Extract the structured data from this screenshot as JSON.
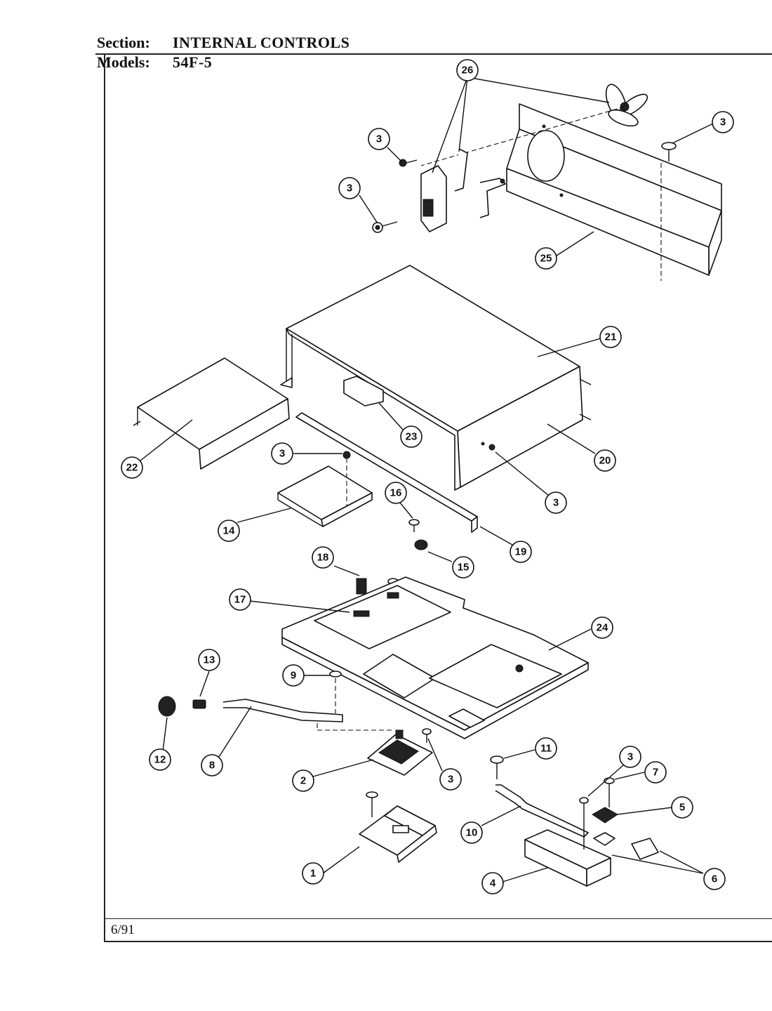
{
  "header": {
    "section_label": "Section:",
    "section_value": "INTERNAL CONTROLS",
    "models_label": "Models:",
    "models_value": "54F-5"
  },
  "footer": {
    "date": "6/91"
  },
  "callouts": [
    {
      "id": "c26",
      "label": "26"
    },
    {
      "id": "c3a",
      "label": "3"
    },
    {
      "id": "c3b",
      "label": "3"
    },
    {
      "id": "c3c",
      "label": "3"
    },
    {
      "id": "c25",
      "label": "25"
    },
    {
      "id": "c21",
      "label": "21"
    },
    {
      "id": "c23",
      "label": "23"
    },
    {
      "id": "c22",
      "label": "22"
    },
    {
      "id": "c20",
      "label": "20"
    },
    {
      "id": "c3d",
      "label": "3"
    },
    {
      "id": "c3e",
      "label": "3"
    },
    {
      "id": "c14",
      "label": "14"
    },
    {
      "id": "c16",
      "label": "16"
    },
    {
      "id": "c19",
      "label": "19"
    },
    {
      "id": "c15",
      "label": "15"
    },
    {
      "id": "c18",
      "label": "18"
    },
    {
      "id": "c17",
      "label": "17"
    },
    {
      "id": "c24",
      "label": "24"
    },
    {
      "id": "c13",
      "label": "13"
    },
    {
      "id": "c9",
      "label": "9"
    },
    {
      "id": "c12",
      "label": "12"
    },
    {
      "id": "c8",
      "label": "8"
    },
    {
      "id": "c2",
      "label": "2"
    },
    {
      "id": "c3f",
      "label": "3"
    },
    {
      "id": "c3g",
      "label": "3"
    },
    {
      "id": "c11",
      "label": "11"
    },
    {
      "id": "c7",
      "label": "7"
    },
    {
      "id": "c5",
      "label": "5"
    },
    {
      "id": "c10",
      "label": "10"
    },
    {
      "id": "c1",
      "label": "1"
    },
    {
      "id": "c4",
      "label": "4"
    },
    {
      "id": "c6",
      "label": "6"
    }
  ]
}
